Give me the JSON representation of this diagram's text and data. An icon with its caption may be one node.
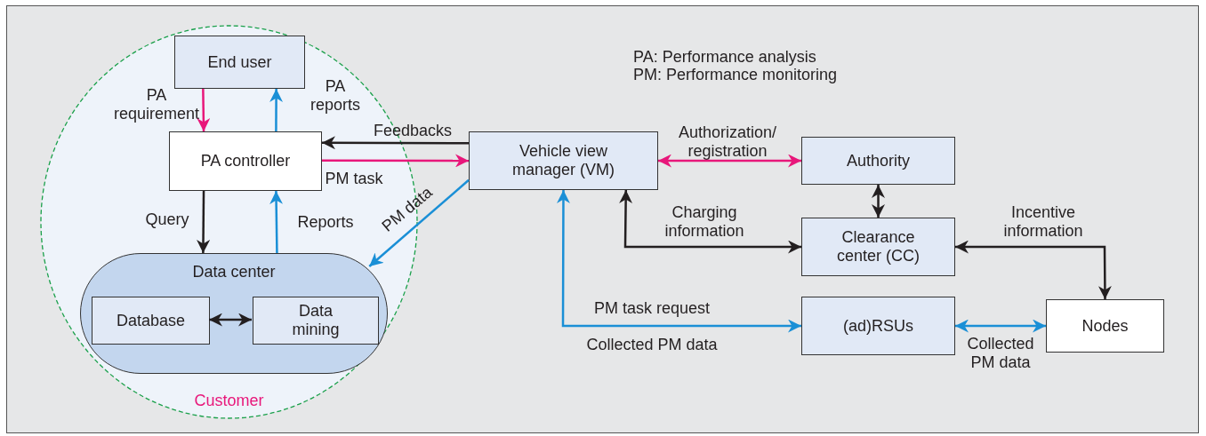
{
  "diagram": {
    "nodes": [
      {
        "text": [
          "Customer"
        ]
      },
      {
        "text": [
          "End user"
        ],
        "in": 0
      },
      {
        "text": [
          "PA controller"
        ],
        "in": 0
      },
      {
        "text": [
          "Data center"
        ],
        "in": 0
      },
      {
        "text": [
          "Database"
        ],
        "in": 3
      },
      {
        "text": [
          "Data mining"
        ],
        "in": 3
      },
      {
        "text": [
          "Vehicle view manager (VM)"
        ]
      },
      {
        "text": [
          "Authority"
        ]
      },
      {
        "text": [
          "Clearance center (CC)"
        ]
      },
      {
        "text": [
          "(ad)RSUs"
        ]
      },
      {
        "text": [
          "Nodes"
        ]
      }
    ],
    "edges": [
      {
        "from": 1,
        "to": 2,
        "arrow": "to",
        "label": "PA requirement",
        "color": "#e8177a"
      },
      {
        "from": 2,
        "to": 1,
        "arrow": "to",
        "label": "PA reports",
        "color": "#1a8fd6"
      },
      {
        "from": 6,
        "to": 2,
        "arrow": "to",
        "label": "Feedbacks"
      },
      {
        "from": 2,
        "to": 6,
        "arrow": "to",
        "label": "PM task",
        "color": "#e8177a"
      },
      {
        "from": 2,
        "to": 3,
        "arrow": "to",
        "label": "Query"
      },
      {
        "from": 3,
        "to": 2,
        "arrow": "to",
        "label": "Reports",
        "color": "#1a8fd6"
      },
      {
        "from": 6,
        "to": 3,
        "arrow": "to",
        "label": "PM data",
        "color": "#1a8fd6"
      },
      {
        "from": 4,
        "to": 5,
        "arrow": "both"
      },
      {
        "from": 6,
        "to": 7,
        "arrow": "both",
        "label": "Authorization/ registration",
        "color": "#e8177a"
      },
      {
        "from": 7,
        "to": 8,
        "arrow": "both"
      },
      {
        "from": 6,
        "to": 8,
        "arrow": "both",
        "label": "Charging information"
      },
      {
        "from": 8,
        "to": 10,
        "arrow": "both",
        "label": "Incentive information"
      },
      {
        "from": 6,
        "to": 9,
        "arrow": "both",
        "label": "PM task request",
        "color": "#1a8fd6"
      },
      {
        "from": 9,
        "to": 10,
        "arrow": "both",
        "label": "Collected PM data",
        "color": "#1a8fd6"
      }
    ],
    "labels": [
      "PA: Performance analysis",
      "PM: Performance monitoring",
      "Collected PM data"
    ]
  }
}
